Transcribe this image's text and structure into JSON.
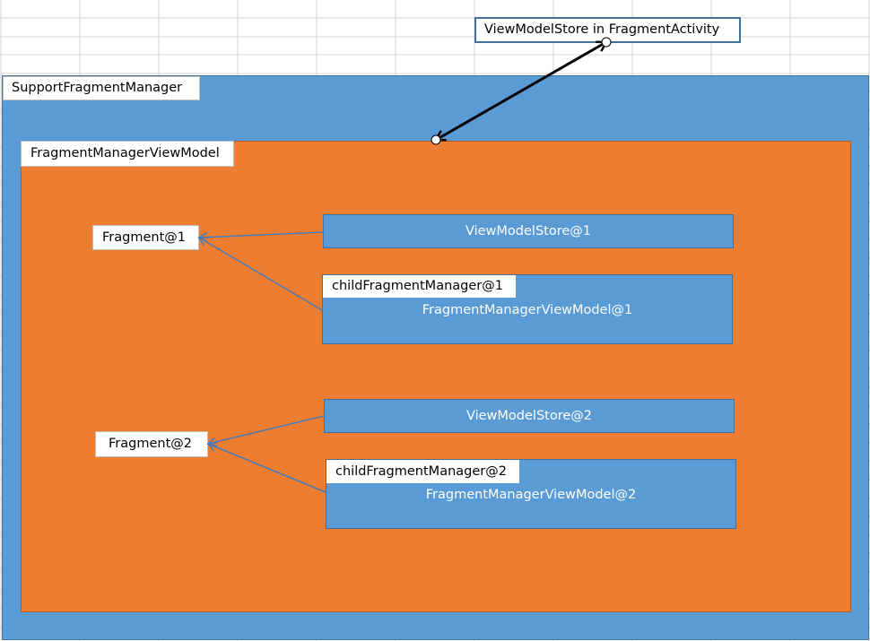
{
  "labels": {
    "activity_store": "ViewModelStore in FragmentActivity",
    "support_manager": "SupportFragmentManager",
    "fm_viewmodel": "FragmentManagerViewModel",
    "fragment1": "Fragment@1",
    "fragment2": "Fragment@2",
    "store1": "ViewModelStore@1",
    "store2": "ViewModelStore@2",
    "child_manager1": "childFragmentManager@1",
    "child_manager2": "childFragmentManager@2",
    "child_viewmodel1": "FragmentManagerViewModel@1",
    "child_viewmodel2": "FragmentManagerViewModel@2"
  },
  "colors": {
    "blue": "#5b9bd5",
    "orange": "#ed7d31",
    "dark_blue_border": "#41719c",
    "connector": "#4a7ab5",
    "grid": "#d4d4d4"
  }
}
